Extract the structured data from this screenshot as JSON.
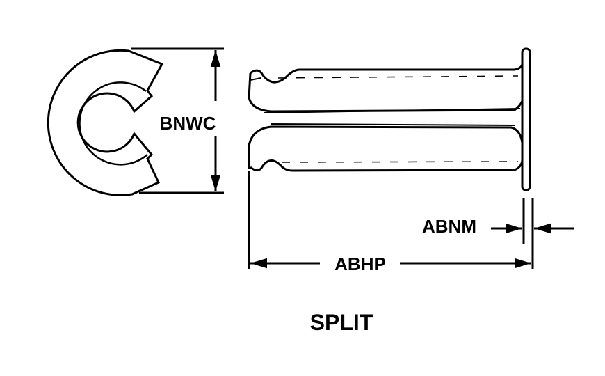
{
  "labels": {
    "bnwc": "BNWC",
    "abnm": "ABNM",
    "abhp": "ABHP",
    "caption": "SPLIT"
  },
  "colors": {
    "ink": "#000000",
    "paper": "#ffffff"
  }
}
